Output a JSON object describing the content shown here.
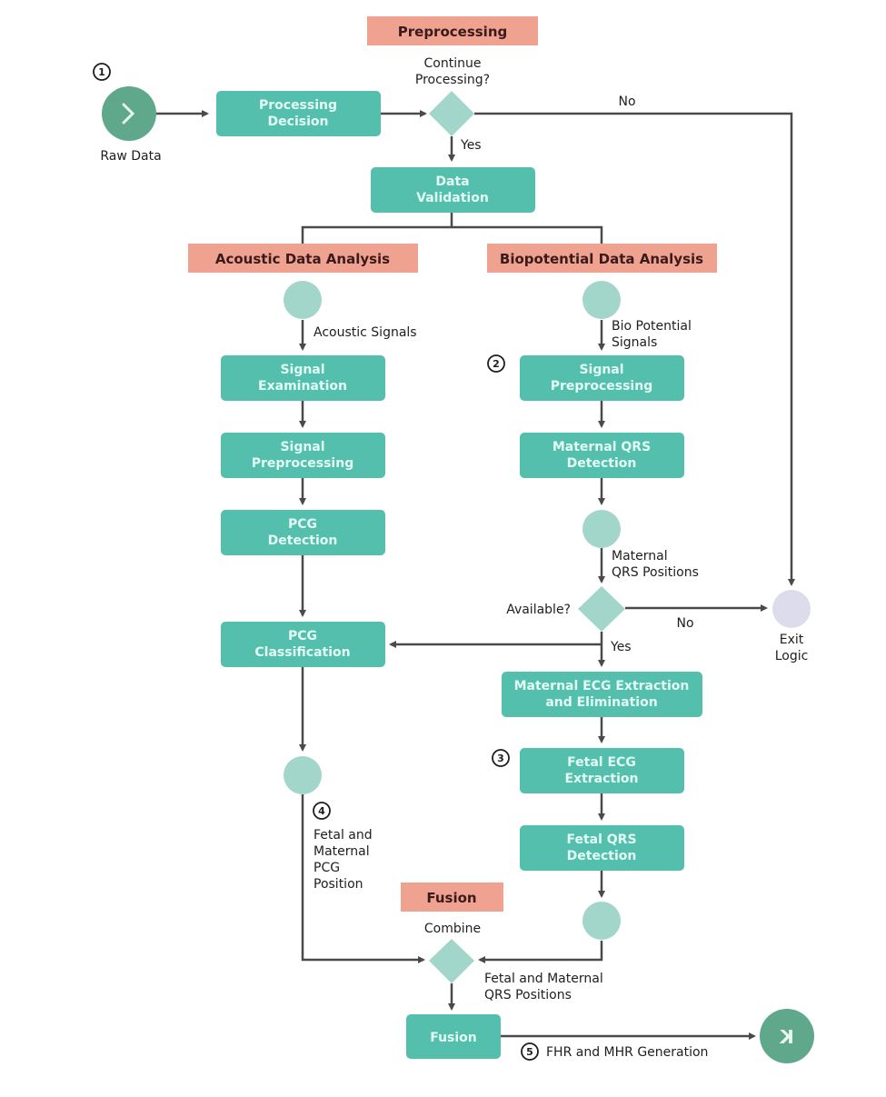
{
  "diagram": {
    "colors": {
      "process": "#55bfae",
      "process_text": "#e3fbf5",
      "header": "#f0a291",
      "header_text": "#3a1a1a",
      "connector": "#a3d6ca",
      "decision": "#a3d6ca",
      "terminal": "#5fa88b",
      "exit": "#dcdcec",
      "edge": "#4a4a4a"
    },
    "sections": {
      "preprocessing": "Preprocessing",
      "acoustic": "Acoustic Data Analysis",
      "biopotential": "Biopotential Data Analysis",
      "fusion": "Fusion"
    },
    "start": {
      "label": "Raw Data",
      "icon": "chevron-right-icon",
      "step": "1"
    },
    "end": {
      "icon": "end-icon",
      "glyph": "K"
    },
    "exit": {
      "label_lines": [
        "Exit",
        "Logic"
      ]
    },
    "processes": {
      "processing_decision": [
        "Processing",
        "Decision"
      ],
      "data_validation": [
        "Data",
        "Validation"
      ],
      "signal_examination": [
        "Signal",
        "Examination"
      ],
      "acoustic_preprocessing": [
        "Signal",
        "Preprocessing"
      ],
      "pcg_detection": [
        "PCG",
        "Detection"
      ],
      "pcg_classification": [
        "PCG",
        "Classification"
      ],
      "bio_preprocessing": [
        "Signal",
        "Preprocessing"
      ],
      "maternal_qrs_detection": [
        "Maternal QRS",
        "Detection"
      ],
      "maternal_ecg_extraction": [
        "Maternal ECG Extraction",
        "and Elimination"
      ],
      "fetal_ecg_extraction": [
        "Fetal ECG",
        "Extraction"
      ],
      "fetal_qrs_detection": [
        "Fetal QRS",
        "Detection"
      ],
      "fusion": [
        "Fusion"
      ]
    },
    "decisions": {
      "continue_processing": [
        "Continue",
        "Processing?"
      ],
      "available": "Available?",
      "combine": "Combine"
    },
    "edge_labels": {
      "no_top": "No",
      "yes_top": "Yes",
      "no_available": "No",
      "yes_available": "Yes",
      "acoustic_signals": "Acoustic Signals",
      "bio_potential_signals": [
        "Bio Potential",
        "Signals"
      ],
      "maternal_qrs_positions": [
        "Maternal",
        "QRS Positions"
      ],
      "fetal_maternal_pcg": [
        "Fetal and",
        "Maternal",
        "PCG",
        "Position"
      ],
      "fetal_maternal_qrs": [
        "Fetal and Maternal",
        "QRS Positions"
      ],
      "fhr_mhr": "FHR and MHR Generation"
    },
    "steps": {
      "s1": "1",
      "s2": "2",
      "s3": "3",
      "s4": "4",
      "s5": "5"
    }
  }
}
